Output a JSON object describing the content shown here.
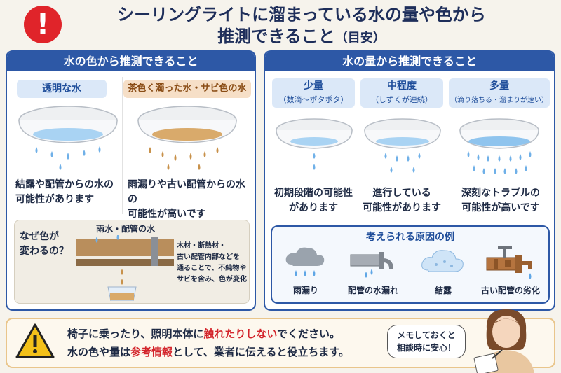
{
  "title": {
    "line1": "シーリングライトに溜まっている水の量や色から",
    "line2": "推測できること",
    "note": "（目安）"
  },
  "left_panel": {
    "header": "水の色から推測できること",
    "clear": {
      "tag": "透明な水",
      "desc1": "結露や配管からの水の",
      "desc2": "可能性があります"
    },
    "brown": {
      "tag": "茶色く濁った水・サビ色の水",
      "desc1": "雨漏りや古い配管からの水の",
      "desc2": "可能性が高いです"
    },
    "why": {
      "q1": "なぜ色が",
      "q2": "変わるの？",
      "pipe_label": "雨水・配管の水",
      "a1": "木材・断熱材・",
      "a2": "古い配管内部などを",
      "a3": "通ることで、不純物や",
      "a4": "サビを含み、色が変化"
    }
  },
  "right_panel": {
    "header": "水の量から推測できること",
    "small": {
      "tag": "少量",
      "sub": "（数滴〜ポタポタ）",
      "desc1": "初期段階の可能性",
      "desc2": "があります"
    },
    "medium": {
      "tag": "中程度",
      "sub": "（しずくが連続）",
      "desc1": "進行している",
      "desc2": "可能性があります"
    },
    "large": {
      "tag": "多量",
      "sub": "（滴り落ちる・溜まりが速い）",
      "desc1": "深刻なトラブルの",
      "desc2": "可能性が高いです"
    },
    "causes": {
      "header": "考えられる原因の例",
      "items": [
        {
          "label": "雨漏り",
          "icon": "rain-cloud-icon"
        },
        {
          "label": "配管の水漏れ",
          "icon": "leaking-pipe-icon"
        },
        {
          "label": "結露",
          "icon": "condensation-cloud-icon"
        },
        {
          "label": "古い配管の劣化",
          "icon": "rusty-faucet-icon"
        }
      ]
    }
  },
  "warning": {
    "line1_a": "椅子に乗ったり、照明本体に",
    "line1_red": "触れたりしない",
    "line1_b": "でください。",
    "line2_a": "水の色や量は",
    "line2_red": "参考情報",
    "line2_b": "として、業者に伝えると役立ちます。",
    "bubble1": "メモしておくと",
    "bubble2": "相談時に安心！"
  },
  "colors": {
    "primary": "#2d58a6",
    "alert": "#e0242a",
    "water": "#7fb8e8",
    "rust": "#c8914a"
  }
}
